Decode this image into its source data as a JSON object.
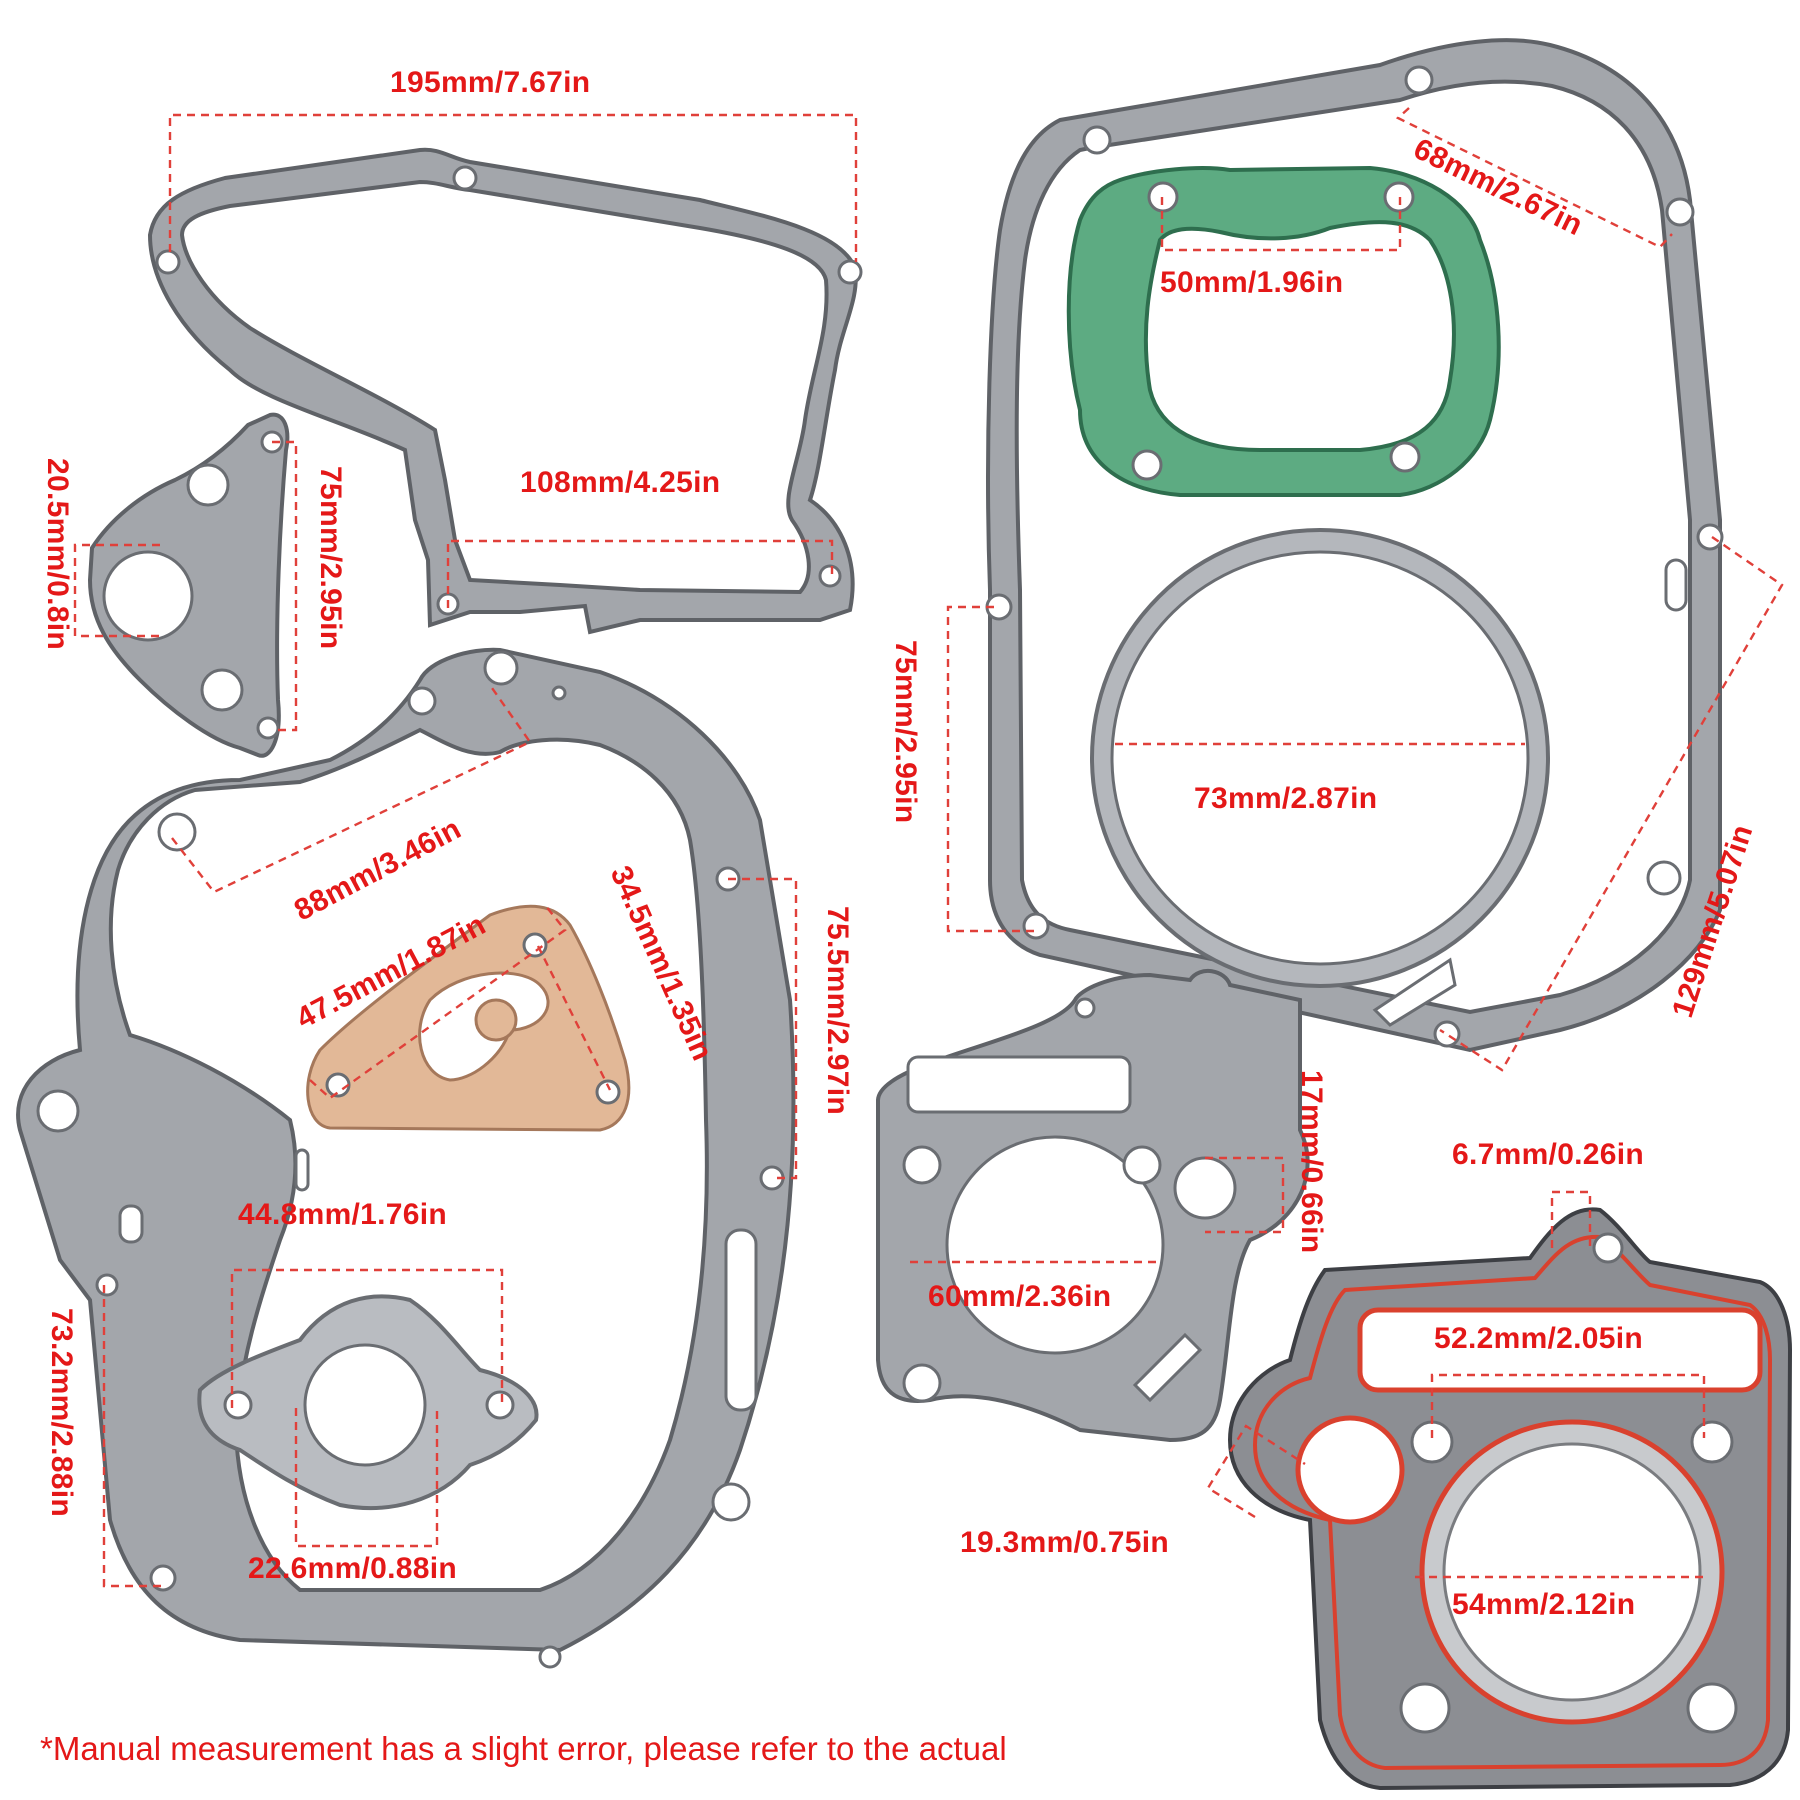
{
  "measurements": {
    "m195": "195mm/7.67in",
    "m108": "108mm/4.25in",
    "m20_5": "20.5mm/0.8in",
    "m75_left": "75mm/2.95in",
    "m88": "88mm/3.46in",
    "m47_5": "47.5mm/1.87in",
    "m34_5": "34.5mm/1.35in",
    "m75_5": "75.5mm/2.97in",
    "m44_8": "44.8mm/1.76in",
    "m73_2": "73.2mm/2.88in",
    "m22_6": "22.6mm/0.88in",
    "m68": "68mm/2.67in",
    "m50": "50mm/1.96in",
    "m75_right": "75mm/2.95in",
    "m73": "73mm/2.87in",
    "m129": "129mm/5.07in",
    "m17": "17mm/0.66in",
    "m60": "60mm/2.36in",
    "m6_7": "6.7mm/0.26in",
    "m52_2": "52.2mm/2.05in",
    "m19_3": "19.3mm/0.75in",
    "m54": "54mm/2.12in"
  },
  "footnote": "*Manual measurement has a slight error, please refer to the actual",
  "colors": {
    "label": "#e41818",
    "gasket_gray": "#a3a6ab",
    "gasket_green": "#5dab82",
    "gasket_copper": "#e2b897",
    "gasket_red_bead": "#d9412e"
  }
}
